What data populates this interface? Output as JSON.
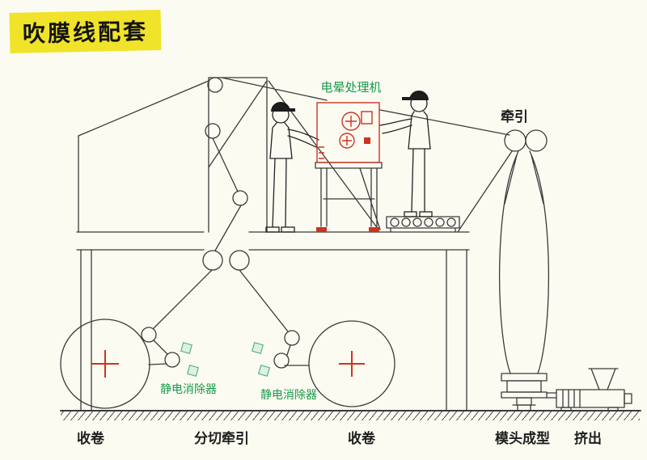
{
  "title": {
    "text": "吹膜线配套"
  },
  "labels": {
    "corona_treater": "电晕处理机",
    "haul_off": "牵引",
    "static_eliminator_left": "静电消除器",
    "static_eliminator_right": "静电消除器",
    "winder_left": "收卷",
    "slit_haul": "分切牵引",
    "winder_right": "收卷",
    "die_forming": "模头成型",
    "extrusion": "挤出"
  },
  "colors": {
    "badge_yellow": "#f0e32a",
    "machine_red": "#cc3420",
    "label_green": "#169a47",
    "line_dark": "#3a3a3a",
    "background": "#fcfbf2"
  }
}
